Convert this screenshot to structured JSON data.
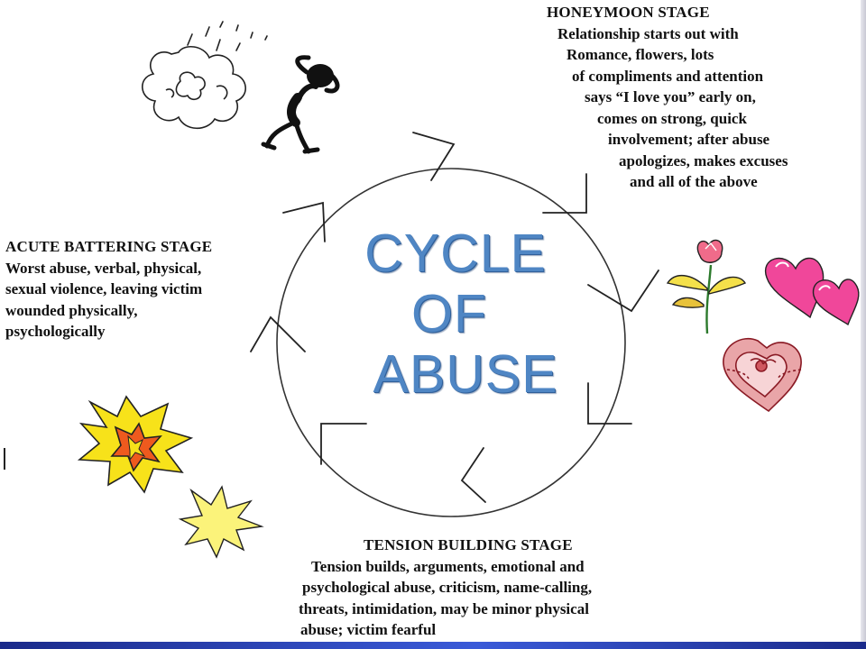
{
  "diagram": {
    "center_title_lines": [
      "CYCLE",
      "OF",
      "ABUSE"
    ],
    "honeymoon": {
      "title": "HONEYMOON STAGE",
      "lines": [
        "Relationship starts out with",
        "Romance, flowers, lots",
        "of compliments and attention",
        "says “I love you” early on,",
        "comes on strong, quick",
        "involvement;  after abuse",
        "apologizes, makes excuses",
        "and all of the above"
      ]
    },
    "acute": {
      "title": "ACUTE BATTERING STAGE",
      "lines": [
        "Worst abuse, verbal, physical,",
        "sexual violence, leaving victim",
        "wounded physically,",
        "psychologically"
      ]
    },
    "tension": {
      "title": "TENSION BUILDING STAGE",
      "lines": [
        "Tension builds, arguments, emotional and",
        "psychological abuse, criticism, name-calling,",
        "threats, intimidation, may be minor physical",
        "abuse; victim fearful"
      ]
    },
    "colors": {
      "title_blue": "#4f86c4",
      "heart_pink": "#f0479a",
      "explosion_yellow": "#f7e21a",
      "explosion_orange": "#ee5a1e",
      "bar_blue": "#2a44b8"
    },
    "icons": [
      "storm-cloud-icon",
      "stick-figure-icon",
      "flower-icon",
      "hearts-icon",
      "heart-candy-box-icon",
      "explosion-icon",
      "spark-icon"
    ]
  }
}
